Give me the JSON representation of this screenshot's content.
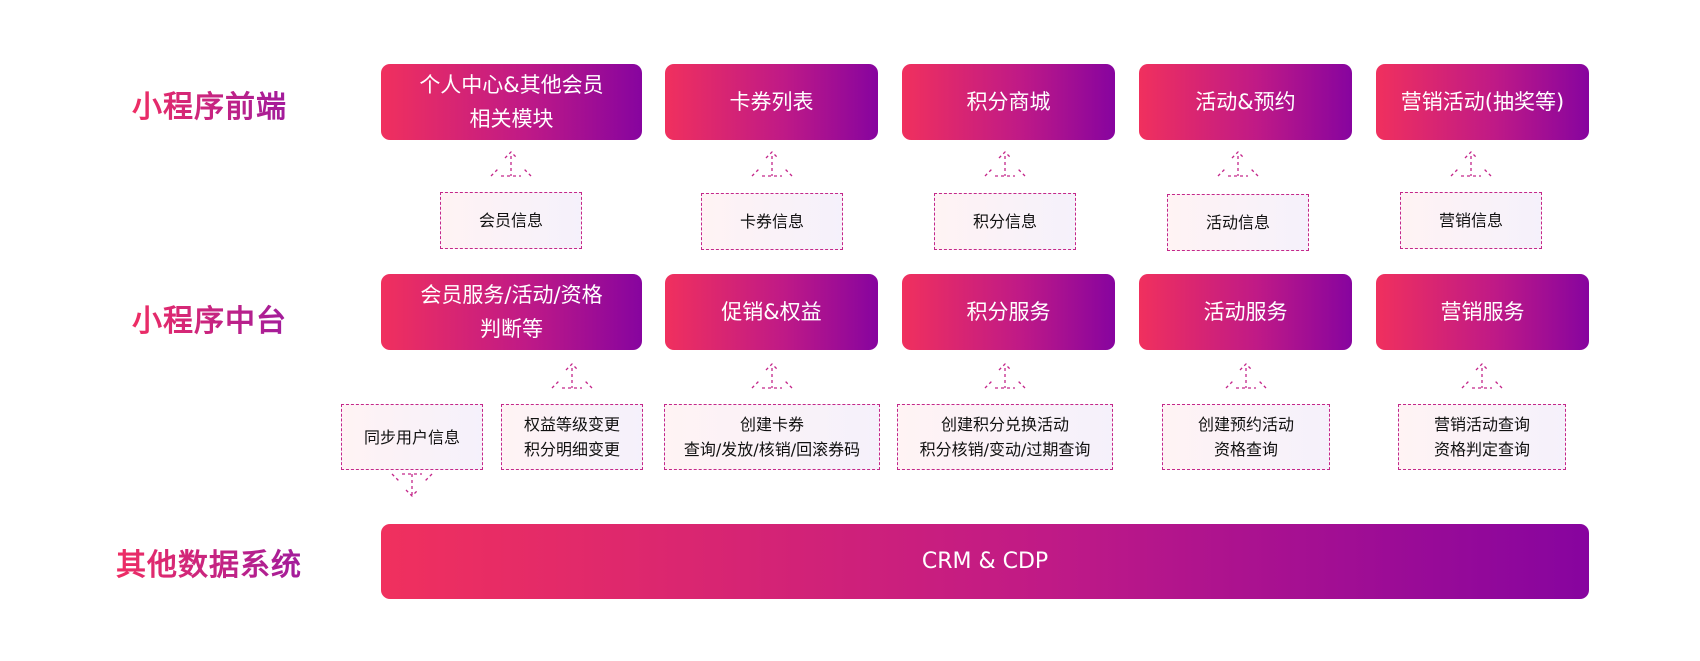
{
  "rows": {
    "frontend": "小程序前端",
    "middle": "小程序中台",
    "data": "其他数据系统"
  },
  "frontend_boxes": [
    "个人中心&其他会员\n相关模块",
    "卡券列表",
    "积分商城",
    "活动&预约",
    "营销活动(抽奖等)"
  ],
  "frontend_info": [
    "会员信息",
    "卡券信息",
    "积分信息",
    "活动信息",
    "营销信息"
  ],
  "middle_boxes": [
    "会员服务/活动/资格\n判断等",
    "促销&权益",
    "积分服务",
    "活动服务",
    "营销服务"
  ],
  "middle_info": [
    "同步用户信息",
    "权益等级变更\n积分明细变更",
    "创建卡券\n查询/发放/核销/回滚券码",
    "创建积分兑换活动\n积分核销/变动/过期查询",
    "创建预约活动\n资格查询",
    "营销活动查询\n资格判定查询"
  ],
  "data_box": "CRM & CDP",
  "colors": {
    "gradient_start": "#f0305e",
    "gradient_end": "#87049f",
    "dash": "#c4278a"
  }
}
